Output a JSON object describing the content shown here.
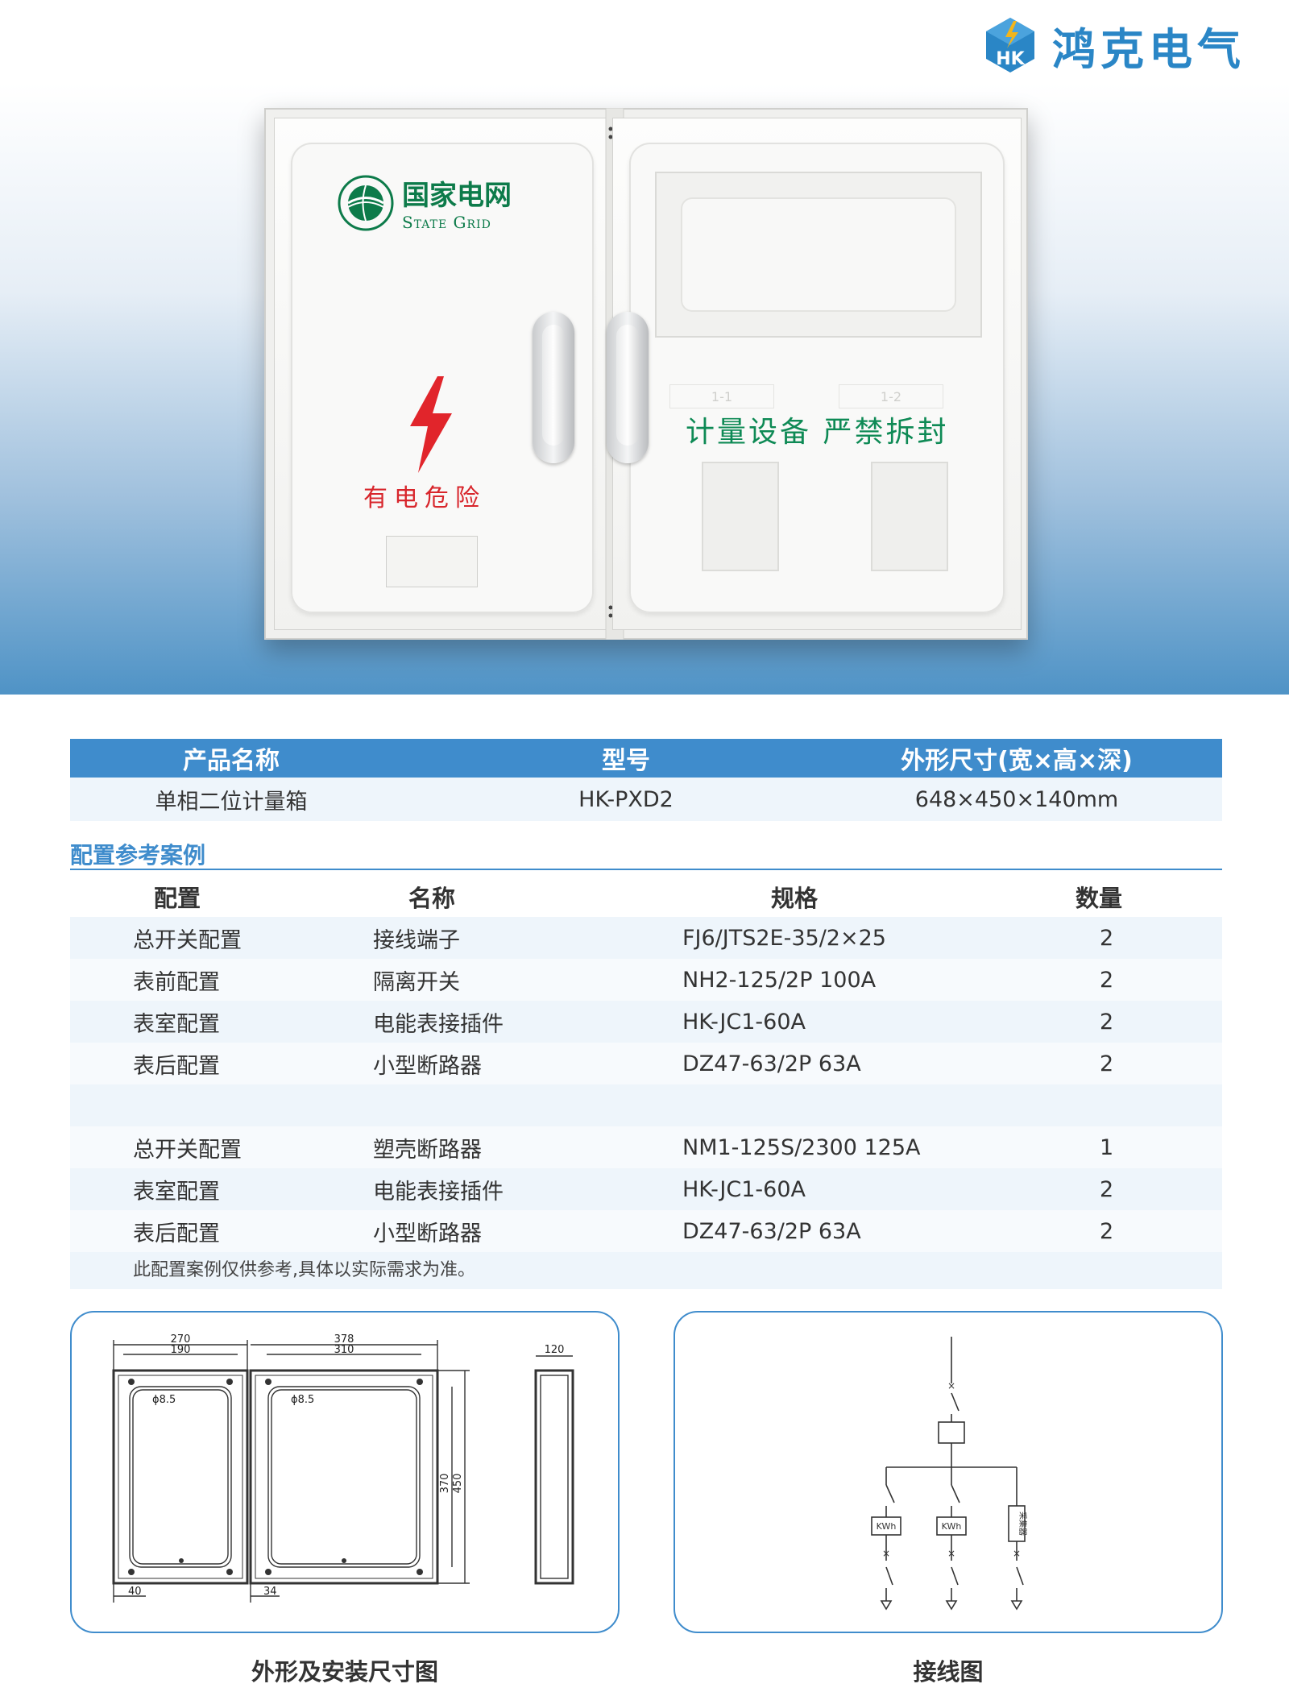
{
  "brand": {
    "name": "鸿克电气",
    "logo_letters": "HK",
    "color": "#2a86c6"
  },
  "product_photo": {
    "grid_logo_cn": "国家电网",
    "grid_logo_en": "State Grid",
    "danger_text": "有电危险",
    "meter_warning": "计量设备 严禁拆封",
    "slot_labels": [
      "1-1",
      "1-2"
    ]
  },
  "spec_table": {
    "headers": [
      "产品名称",
      "型号",
      "外形尺寸(宽×高×深)"
    ],
    "row": [
      "单相二位计量箱",
      "HK-PXD2",
      "648×450×140mm"
    ],
    "header_color": "#3f8ccc"
  },
  "config": {
    "title": "配置参考案例",
    "headers": [
      "配置",
      "名称",
      "规格",
      "数量"
    ],
    "rows": [
      [
        "总开关配置",
        "接线端子",
        "FJ6/JTS2E-35/2×25",
        "2"
      ],
      [
        "表前配置",
        "隔离开关",
        "NH2-125/2P 100A",
        "2"
      ],
      [
        "表室配置",
        "电能表接插件",
        "HK-JC1-60A",
        "2"
      ],
      [
        "表后配置",
        "小型断路器",
        "DZ47-63/2P 63A",
        "2"
      ],
      [
        "",
        "",
        "",
        ""
      ],
      [
        "总开关配置",
        "塑壳断路器",
        "NM1-125S/2300 125A",
        "1"
      ],
      [
        "表室配置",
        "电能表接插件",
        "HK-JC1-60A",
        "2"
      ],
      [
        "表后配置",
        "小型断路器",
        "DZ47-63/2P 63A",
        "2"
      ]
    ],
    "note": "此配置案例仅供参考,具体以实际需求为准。"
  },
  "dimension_drawing": {
    "caption": "外形及安装尺寸图",
    "dims": {
      "w_left_outer": "270",
      "w_left_inner": "190",
      "w_right_outer": "378",
      "w_right_inner": "310",
      "depth": "120",
      "h_inner": "370",
      "h_outer": "450",
      "hole_left": "ϕ8.5",
      "hole_right": "ϕ8.5",
      "offset_left": "40",
      "offset_right": "34"
    }
  },
  "wiring_diagram": {
    "caption": "接线图",
    "meter_label_1": "KWh",
    "meter_label_2": "KWh",
    "collector_label": "采集器"
  }
}
